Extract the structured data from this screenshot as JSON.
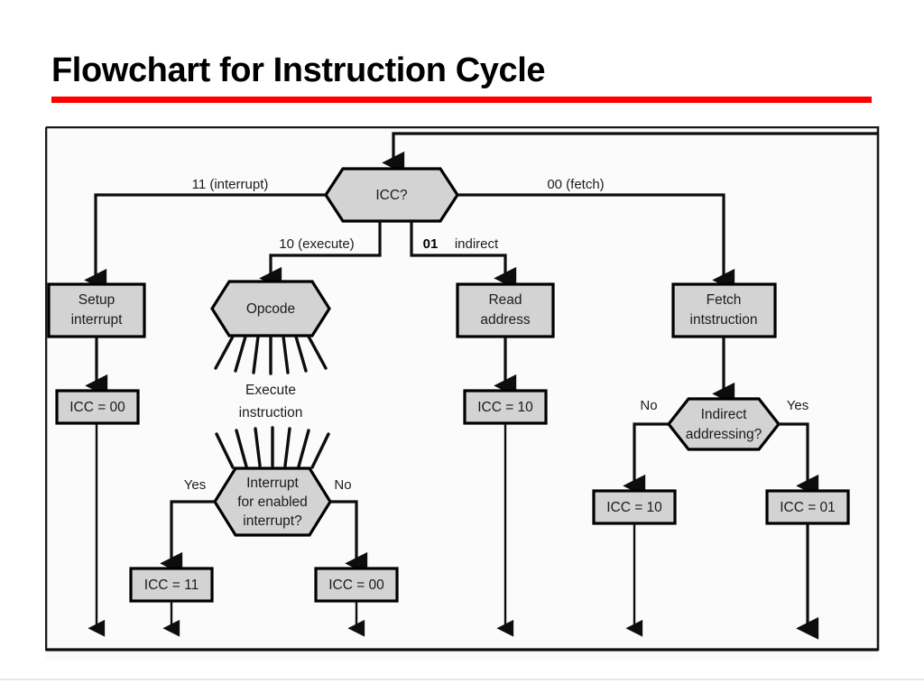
{
  "slide": {
    "title": "Flowchart for Instruction Cycle",
    "accent_color": "#fe0000",
    "shape_fill": "#d3d3d3",
    "line_color": "#0d0d0d"
  },
  "chart_data": {
    "type": "diagram",
    "title": "Flowchart for Instruction Cycle",
    "nodes": [
      {
        "id": "icc",
        "label": "ICC?",
        "shape": "hexagon"
      },
      {
        "id": "setup_interrupt",
        "label": "Setup interrupt",
        "shape": "process"
      },
      {
        "id": "icc00_interrupt",
        "label": "ICC = 00",
        "shape": "process"
      },
      {
        "id": "opcode",
        "label": "Opcode",
        "shape": "hexagon"
      },
      {
        "id": "execute_instruction",
        "label": "Execute instruction",
        "shape": "annotation"
      },
      {
        "id": "interrupt_enabled",
        "label": "Interrupt for enabled interrupt?",
        "shape": "hexagon"
      },
      {
        "id": "icc11",
        "label": "ICC = 11",
        "shape": "process"
      },
      {
        "id": "icc00_exec",
        "label": "ICC = 00",
        "shape": "process"
      },
      {
        "id": "read_address",
        "label": "Read address",
        "shape": "process"
      },
      {
        "id": "icc10_indirect",
        "label": "ICC = 10",
        "shape": "process"
      },
      {
        "id": "fetch_instruction",
        "label": "Fetch intstruction",
        "shape": "process"
      },
      {
        "id": "indirect_addressing",
        "label": "Indirect addressing?",
        "shape": "hexagon"
      },
      {
        "id": "icc10_fetch",
        "label": "ICC = 10",
        "shape": "process"
      },
      {
        "id": "icc01_fetch",
        "label": "ICC = 01",
        "shape": "process"
      }
    ],
    "edge_labels": {
      "interrupt_branch": "11 (interrupt)",
      "execute_branch": "10 (execute)",
      "indirect_code": "01",
      "indirect_word": "indirect",
      "fetch_branch": "00 (fetch)",
      "interrupt_yes": "Yes",
      "interrupt_no": "No",
      "indirect_no": "No",
      "indirect_yes": "Yes"
    }
  },
  "nodes": {
    "icc": "ICC?",
    "setup_interrupt_l1": "Setup",
    "setup_interrupt_l2": "interrupt",
    "icc00_interrupt": "ICC = 00",
    "opcode": "Opcode",
    "execute_l1": "Execute",
    "execute_l2": "instruction",
    "interrupt_enabled_l1": "Interrupt",
    "interrupt_enabled_l2": "for enabled",
    "interrupt_enabled_l3": "interrupt?",
    "icc11": "ICC = 11",
    "icc00_exec": "ICC = 00",
    "read_address_l1": "Read",
    "read_address_l2": "address",
    "icc10_indirect": "ICC = 10",
    "fetch_instruction_l1": "Fetch",
    "fetch_instruction_l2": "intstruction",
    "indirect_addressing_l1": "Indirect",
    "indirect_addressing_l2": "addressing?",
    "icc10_fetch": "ICC = 10",
    "icc01_fetch": "ICC = 01"
  },
  "labels": {
    "interrupt_branch": "11 (interrupt)",
    "execute_branch": "10 (execute)",
    "indirect_code": "01",
    "indirect_word": "indirect",
    "fetch_branch": "00 (fetch)",
    "interrupt_yes": "Yes",
    "interrupt_no": "No",
    "indirect_no": "No",
    "indirect_yes": "Yes"
  }
}
